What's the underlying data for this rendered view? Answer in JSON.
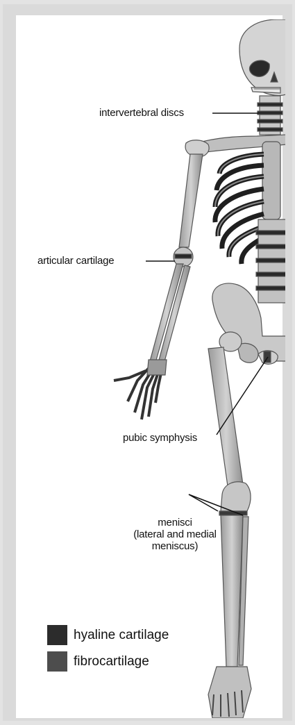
{
  "labels": {
    "intervertebral_discs": "intervertebral discs",
    "articular_cartilage": "articular cartilage",
    "pubic_symphysis": "pubic symphysis",
    "menisci_line1": "menisci",
    "menisci_line2": "(lateral and medial",
    "menisci_line3": "meniscus)"
  },
  "legend": [
    {
      "label": "hyaline cartilage",
      "color": "#2c2c2c"
    },
    {
      "label": "fibrocartilage",
      "color": "#4d4d4d"
    }
  ]
}
